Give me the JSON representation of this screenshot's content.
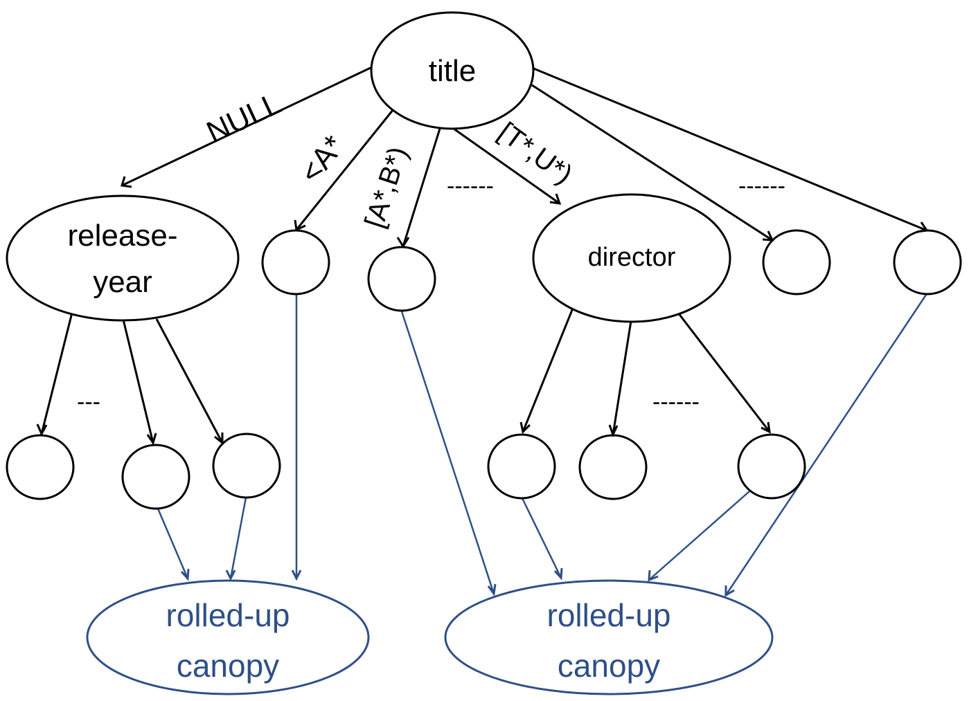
{
  "colors": {
    "node_stroke": "#000000",
    "canopy": "#2e4f87"
  },
  "nodes": {
    "root": "title",
    "release_year_line1": "release-",
    "release_year_line2": "year",
    "director": "director",
    "canopy_left_line1": "rolled-up",
    "canopy_left_line2": "canopy",
    "canopy_right_line1": "rolled-up",
    "canopy_right_line2": "canopy"
  },
  "edge_labels": {
    "null": "NULL",
    "lt_a": "<A*",
    "range_ab": "[A*,B*)",
    "range_tu": "[T*,U*)",
    "dots_title_mid": "------",
    "dots_title_right": "------",
    "dots_release_year": "---",
    "dots_director": "------"
  }
}
